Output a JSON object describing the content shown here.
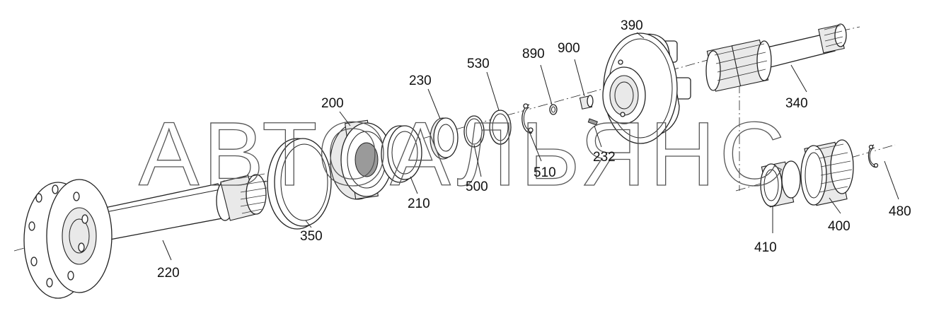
{
  "watermark": "АВТОАЛЬЯНС",
  "callouts": [
    {
      "id": "c220",
      "label": "220"
    },
    {
      "id": "c350",
      "label": "350"
    },
    {
      "id": "c200",
      "label": "200"
    },
    {
      "id": "c210",
      "label": "210"
    },
    {
      "id": "c230",
      "label": "230"
    },
    {
      "id": "c500",
      "label": "500"
    },
    {
      "id": "c530",
      "label": "530"
    },
    {
      "id": "c510",
      "label": "510"
    },
    {
      "id": "c890",
      "label": "890"
    },
    {
      "id": "c900",
      "label": "900"
    },
    {
      "id": "c232",
      "label": "232"
    },
    {
      "id": "c390",
      "label": "390"
    },
    {
      "id": "c340",
      "label": "340"
    },
    {
      "id": "c410",
      "label": "410"
    },
    {
      "id": "c400",
      "label": "400"
    },
    {
      "id": "c480",
      "label": "480"
    }
  ]
}
